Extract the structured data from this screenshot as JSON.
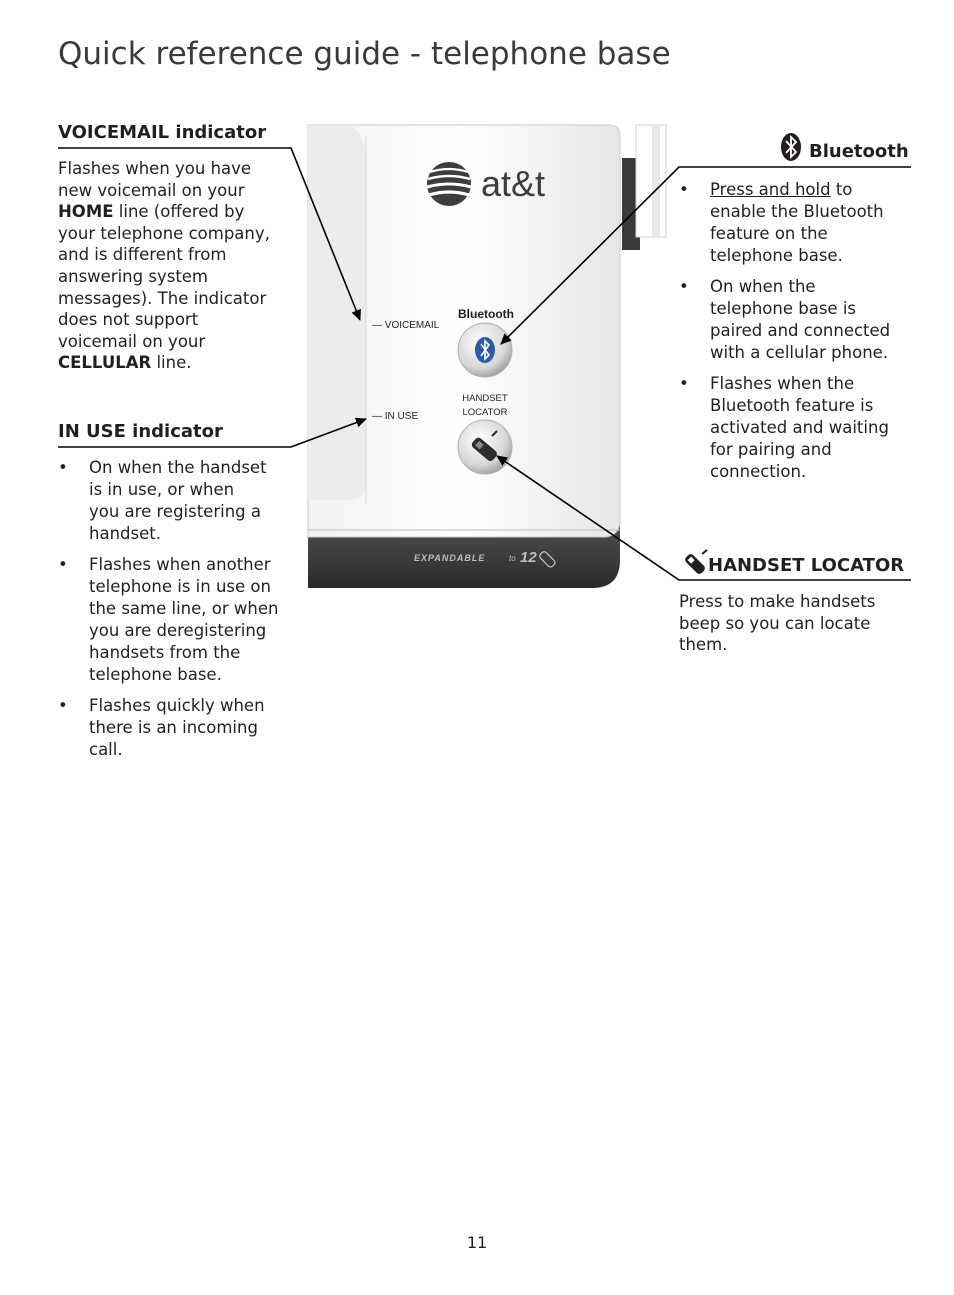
{
  "page": {
    "title": "Quick reference guide - telephone base",
    "page_number": "11"
  },
  "voicemail": {
    "heading": "VOICEMAIL indicator",
    "lines": [
      {
        "text": "Flashes when you have"
      },
      {
        "text": "new voicemail on your"
      },
      {
        "bold": "HOME",
        "text": " line (offered by"
      },
      {
        "text": "your telephone company,"
      },
      {
        "text": "and is different from"
      },
      {
        "text": "answering system"
      },
      {
        "text": "messages). The indicator"
      },
      {
        "text": "does not support"
      },
      {
        "text": "voicemail on your"
      },
      {
        "bold": "CELLULAR",
        "text": " line."
      }
    ]
  },
  "in_use": {
    "heading": "IN USE indicator",
    "bullets": [
      [
        "On when the handset",
        "is in use, or when",
        "you are registering a",
        "handset."
      ],
      [
        "Flashes when another",
        "telephone is in use on",
        "the same line, or when",
        "you are deregistering",
        "handsets from the",
        "telephone base."
      ],
      [
        "Flashes quickly when",
        "there is an incoming",
        "call."
      ]
    ]
  },
  "bluetooth": {
    "heading": "Bluetooth",
    "icon": "bluetooth-icon",
    "bullets": [
      {
        "underline": "Press and hold",
        "lines": [
          " to",
          "enable the Bluetooth",
          "feature on the",
          "telephone base."
        ]
      },
      {
        "lines": [
          "On when the",
          "telephone base is",
          "paired and connected",
          "with a cellular phone."
        ]
      },
      {
        "lines": [
          "Flashes when the",
          "Bluetooth feature is",
          "activated and waiting",
          "for pairing and",
          "connection."
        ]
      }
    ]
  },
  "handset_locator": {
    "heading": "HANDSET LOCATOR",
    "icon": "handset-icon",
    "lines": [
      "Press to make handsets",
      "beep so you can locate",
      "them."
    ]
  },
  "device": {
    "brand": "at&t",
    "voicemail_label": "— VOICEMAIL",
    "in_use_label": "— IN USE",
    "bluetooth_label": "Bluetooth",
    "locator_label_1": "HANDSET",
    "locator_label_2": "LOCATOR",
    "expandable_text": "EXPANDABLE",
    "expandable_to": "to",
    "expandable_num": "12"
  }
}
